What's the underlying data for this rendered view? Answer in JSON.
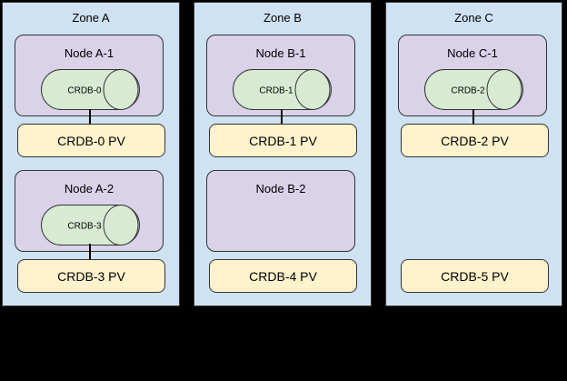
{
  "diagram": {
    "zones": [
      {
        "label": "Zone A",
        "node1": {
          "label": "Node A-1",
          "db": "CRDB-0"
        },
        "pv1": "CRDB-0 PV",
        "node2": {
          "label": "Node A-2",
          "db": "CRDB-3"
        },
        "pv2": "CRDB-3 PV"
      },
      {
        "label": "Zone B",
        "node1": {
          "label": "Node B-1",
          "db": "CRDB-1"
        },
        "pv1": "CRDB-1 PV",
        "node2": {
          "label": "Node B-2"
        },
        "pv2": "CRDB-4 PV"
      },
      {
        "label": "Zone C",
        "node1": {
          "label": "Node C-1",
          "db": "CRDB-2"
        },
        "pv1": "CRDB-2 PV",
        "pv2": "CRDB-5 PV"
      }
    ],
    "colors": {
      "background": "#000000",
      "zone_fill": "#cfe2f3",
      "node_fill": "#d9d2e9",
      "database_fill": "#d9ead3",
      "pv_fill": "#fff2cc",
      "border": "#333333",
      "text": "#000000"
    }
  }
}
